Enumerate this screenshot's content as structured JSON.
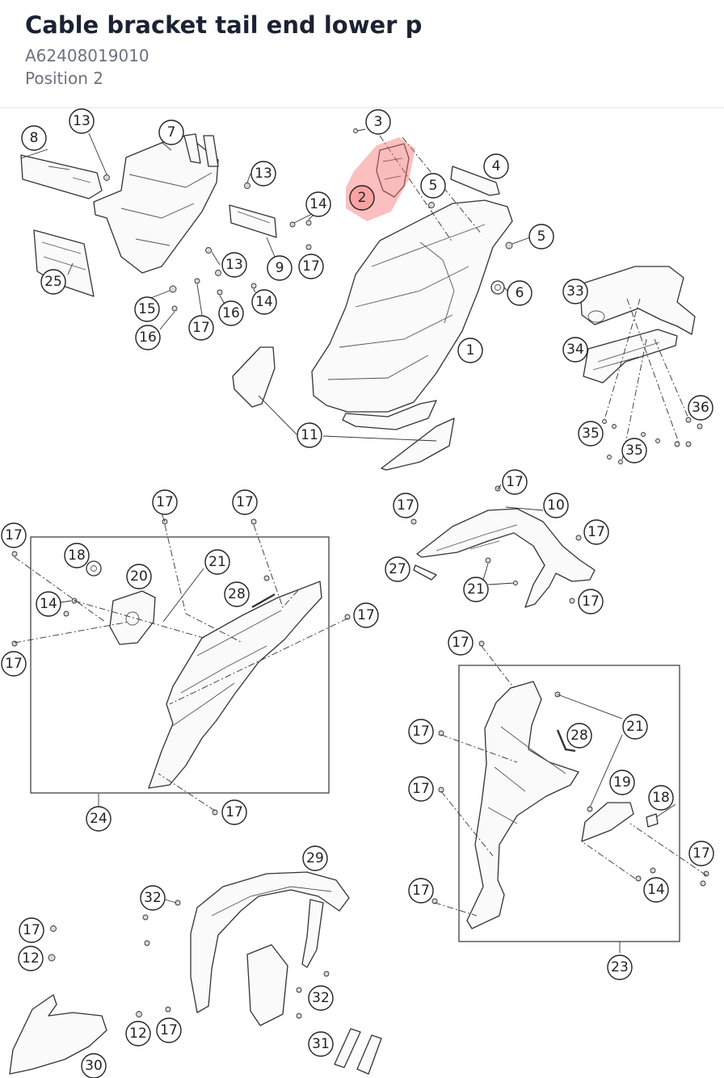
{
  "part": {
    "title": "Cable bracket tail end lower p",
    "code": "A62408019010",
    "position": "Position 2"
  },
  "highlight": {
    "callout": "2",
    "color": "#f87171"
  },
  "callouts": [
    "13",
    "8",
    "7",
    "13",
    "3",
    "2",
    "5",
    "4",
    "14",
    "9",
    "17",
    "5",
    "13",
    "6",
    "25",
    "15",
    "16",
    "17",
    "16",
    "14",
    "33",
    "1",
    "34",
    "11",
    "36",
    "35",
    "35",
    "17",
    "17",
    "17",
    "17",
    "10",
    "21",
    "17",
    "18",
    "20",
    "27",
    "21",
    "14",
    "28",
    "17",
    "17",
    "17",
    "24",
    "17",
    "21",
    "28",
    "17",
    "19",
    "18",
    "17",
    "17",
    "14",
    "23",
    "29",
    "32",
    "17",
    "12",
    "32",
    "12",
    "17",
    "31",
    "30"
  ]
}
